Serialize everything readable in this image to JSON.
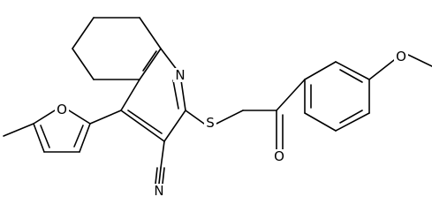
{
  "molecule": {
    "atom_labels": {
      "ring_nitrogen": "N",
      "furan_oxygen": "O",
      "thioether_sulfur": "S",
      "ketone_oxygen": "O",
      "nitrile_nitrogen": "N",
      "methoxy_oxygen": "O"
    }
  }
}
